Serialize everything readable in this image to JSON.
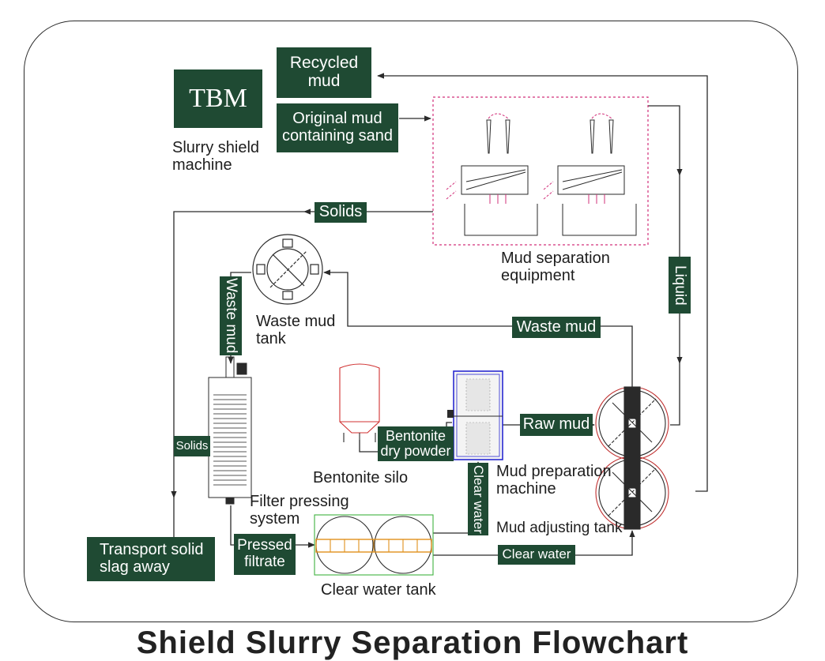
{
  "boxes": {
    "tbm": "TBM",
    "recycled_mud": "Recycled\nmud",
    "original_mud": "Original mud\ncontaining sand",
    "solids_top": "Solids",
    "liquid": "Liquid",
    "waste_mud_vertical": "Waste mud",
    "waste_mud_horizontal": "Waste mud",
    "solids_left": "Solids",
    "raw_mud": "Raw mud",
    "bentonite_powder": "Bentonite\ndry powder",
    "clear_water_vertical": "Clear water",
    "clear_water_horizontal": "Clear water",
    "pressed_filtrate": "Pressed\nfiltrate",
    "transport": "Transport solid\nslag away"
  },
  "labels": {
    "slurry_shield": "Slurry shield\nmachine",
    "mud_separation": "Mud separation\nequipment",
    "waste_mud_tank": "Waste mud\ntank",
    "bentonite_silo": "Bentonite silo",
    "mud_preparation": "Mud preparation\nmachine",
    "filter_pressing": "Filter pressing\nsystem",
    "mud_adjusting": "Mud adjusting tank",
    "clear_water_tank": "Clear water tank"
  },
  "footer": {
    "title": "Shield Slurry Separation Flowchart"
  },
  "colors": {
    "box_green": "#1f4a33",
    "line": "#2a2a2a",
    "dashed_magenta": "#d2307a",
    "silo_red": "#d03030",
    "tank_green": "#3fb23f",
    "frame_orange": "#e0911c",
    "prep_blue": "#2a2ad0"
  }
}
